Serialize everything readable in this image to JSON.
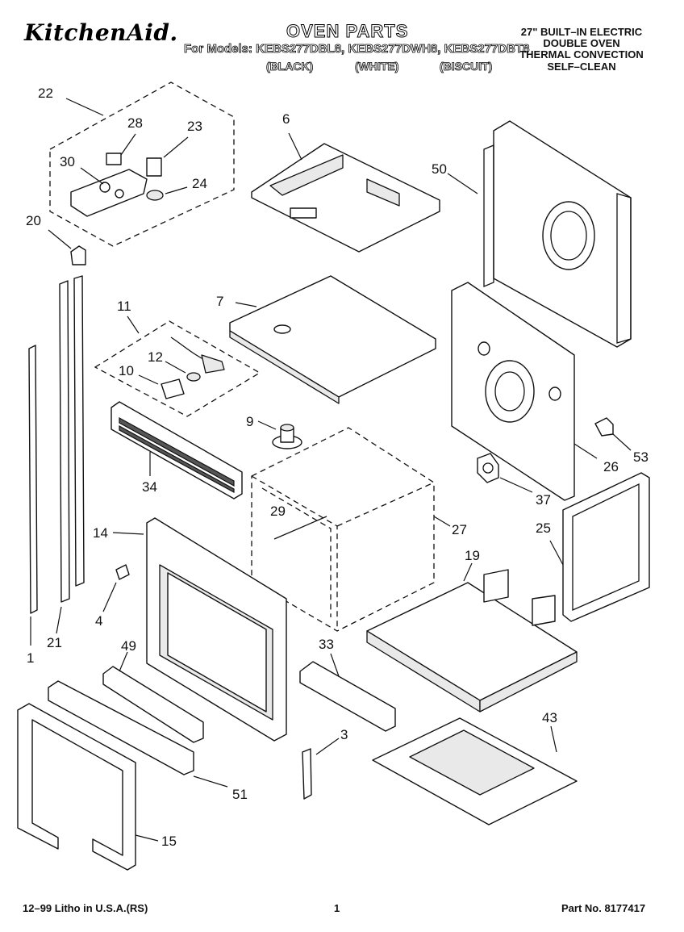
{
  "header": {
    "brand": "KitchenAid.",
    "title": "OVEN PARTS",
    "models_line": "For Models: KEBS277DBL8, KEBS277DWH8, KEBS277DBT8",
    "colors": [
      "(BLACK)",
      "(WHITE)",
      "(BISCUIT)"
    ],
    "product_lines": [
      "27\" BUILT–IN ELECTRIC",
      "DOUBLE OVEN",
      "THERMAL CONVECTION",
      "SELF–CLEAN"
    ]
  },
  "callouts": {
    "c22": "22",
    "c28": "28",
    "c23": "23",
    "c30": "30",
    "c24": "24",
    "c20": "20",
    "c6": "6",
    "c50": "50",
    "c7": "7",
    "c11": "11",
    "c12": "12",
    "c10": "10",
    "c9": "9",
    "c34": "34",
    "c26": "26",
    "c53": "53",
    "c37": "37",
    "c29": "29",
    "c27": "27",
    "c14": "14",
    "c25": "25",
    "c19": "19",
    "c4": "4",
    "c21": "21",
    "c1": "1",
    "c49": "49",
    "c33": "33",
    "c43": "43",
    "c3": "3",
    "c51": "51",
    "c15": "15"
  },
  "footer": {
    "left": "12–99 Litho in U.S.A.(RS)",
    "page": "1",
    "part_no": "Part No. 8177417"
  }
}
